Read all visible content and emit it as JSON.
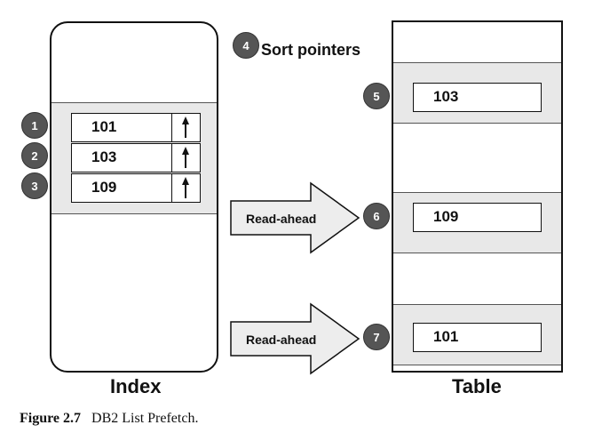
{
  "diagram": {
    "index": {
      "label": "Index",
      "entries": [
        {
          "value": "101",
          "step": "1"
        },
        {
          "value": "103",
          "step": "2"
        },
        {
          "value": "109",
          "step": "3"
        }
      ]
    },
    "sort_step": {
      "step": "4",
      "label": "Sort pointers"
    },
    "table": {
      "label": "Table",
      "rows": [
        {
          "value": "103",
          "step": "5"
        },
        {
          "value": "109",
          "step": "6"
        },
        {
          "value": "101",
          "step": "7"
        }
      ]
    },
    "read_ahead": [
      {
        "label": "Read-ahead"
      },
      {
        "label": "Read-ahead"
      }
    ],
    "colors": {
      "band_fill": "#e8e8e8",
      "step_circle": "#555555",
      "arrow_fill": "#ededed",
      "stroke": "#111111"
    }
  },
  "caption": {
    "figure_number": "Figure 2.7",
    "text": "DB2 List Prefetch."
  }
}
